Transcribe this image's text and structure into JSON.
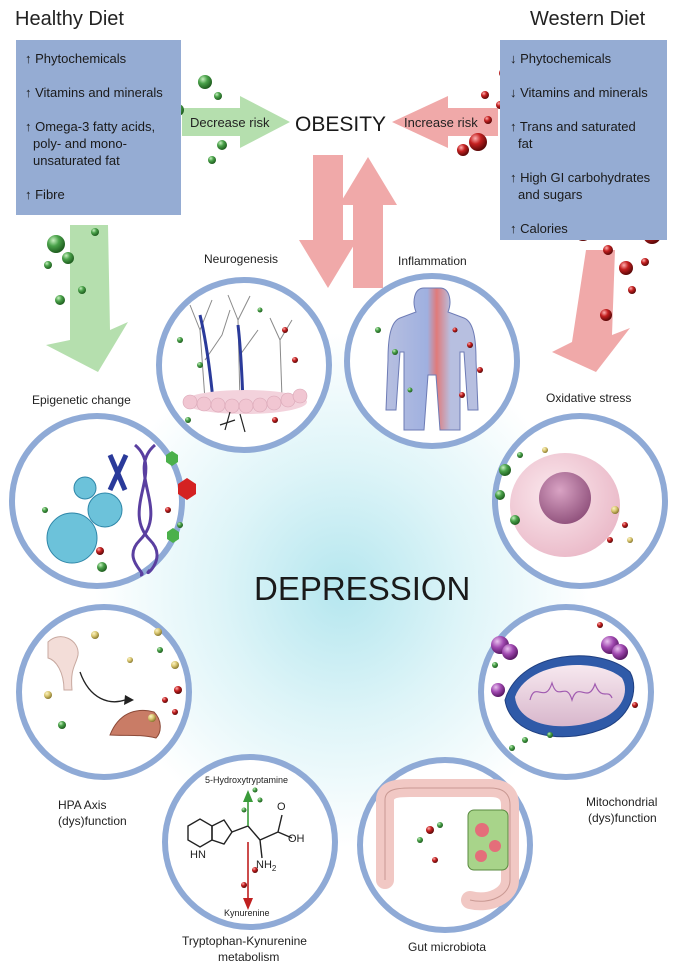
{
  "healthy": {
    "title": "Healthy Diet",
    "items": [
      "↑ Phytochemicals",
      "↑ Vitamins and minerals",
      "↑ Omega-3 fatty acids,",
      "poly- and mono-",
      "unsaturated fat",
      "↑ Fibre"
    ],
    "arrow_label": "Decrease risk"
  },
  "western": {
    "title": "Western Diet",
    "items": [
      "↓ Phytochemicals",
      "↓ Vitamins and minerals",
      "↑ Trans and saturated",
      "fat",
      "↑ High GI carbohydrates",
      "and sugars",
      "↑ Calories"
    ],
    "arrow_label": "Increase risk"
  },
  "center": {
    "obesity": "OBESITY",
    "depression": "DEPRESSION"
  },
  "mechanisms": {
    "neurogenesis": "Neurogenesis",
    "inflammation": "Inflammation",
    "epigenetic": "Epigenetic change",
    "oxidative": "Oxidative stress",
    "hpa_1": "HPA Axis",
    "hpa_2": "(dys)function",
    "mito_1": "Mitochondrial",
    "mito_2": "(dys)function",
    "trp_1": "Tryptophan-Kynurenine",
    "trp_2": "metabolism",
    "gut": "Gut microbiota"
  },
  "molecule": {
    "top": "5-Hydroxytryptamine",
    "bottom": "Kynurenine",
    "oh": "OH",
    "o": "O",
    "nh2": "NH",
    "nh2_sub": "2",
    "hn": "HN"
  },
  "colors": {
    "box": "#95acd3",
    "ring": "#8faad6",
    "green_arrow": "#b5dfae",
    "red_arrow": "#f0a9a9",
    "green": "#3f9b3f",
    "red": "#b01c1c"
  }
}
